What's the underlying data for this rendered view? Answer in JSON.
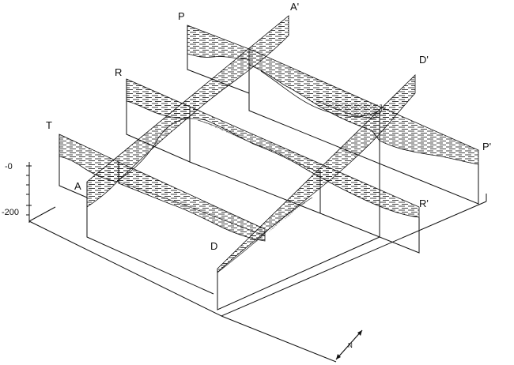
{
  "diagram": {
    "section_labels": {
      "p": "P",
      "p_prime": "P'",
      "r": "R",
      "r_prime": "R'",
      "t": "T",
      "a": "A",
      "a_prime": "A'",
      "d": "D",
      "d_prime": "D'"
    },
    "depth_ticks": {
      "zero": "-0",
      "deep": "-200"
    },
    "north_arrow": {
      "label": "N"
    },
    "colors": {
      "ink": "#111111",
      "paper": "#ffffff"
    }
  }
}
